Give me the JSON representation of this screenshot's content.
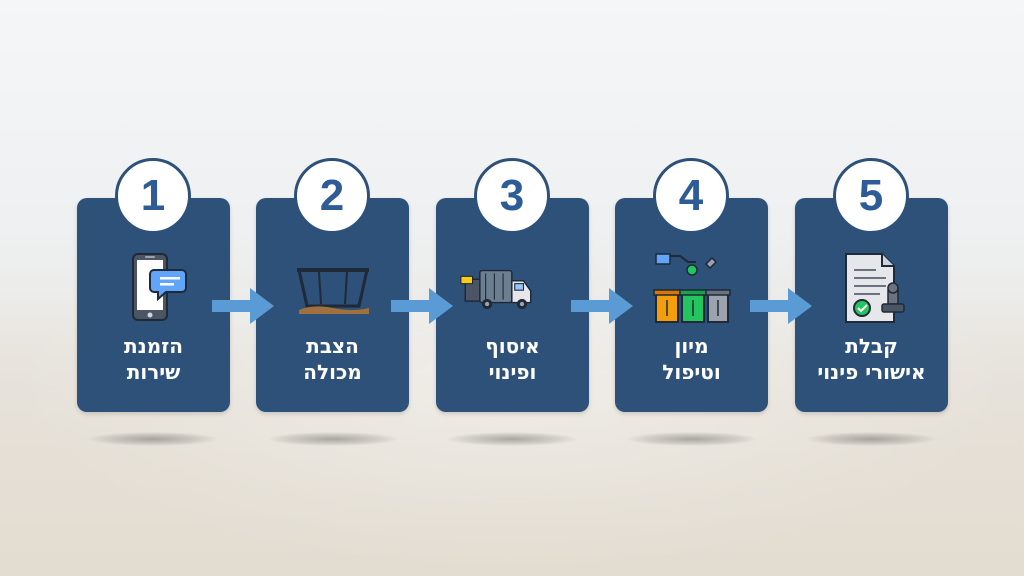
{
  "steps": [
    {
      "number": "1",
      "line1": "הזמנת",
      "line2": "שירות",
      "icon": "smartphone-chat-icon"
    },
    {
      "number": "2",
      "line1": "הצבת",
      "line2": "מכולה",
      "icon": "dumpster-container-icon"
    },
    {
      "number": "3",
      "line1": "איסוף",
      "line2": "ופינוי",
      "icon": "garbage-truck-icon"
    },
    {
      "number": "4",
      "line1": "מיון",
      "line2": "וטיפול",
      "icon": "recycling-bins-icon"
    },
    {
      "number": "5",
      "line1": "קבלת",
      "line2": "אישורי פינוי",
      "icon": "certificate-document-icon"
    }
  ],
  "colors": {
    "card": "#2d5178",
    "number": "#2d5c96",
    "arrow": "#5b9bd5"
  }
}
